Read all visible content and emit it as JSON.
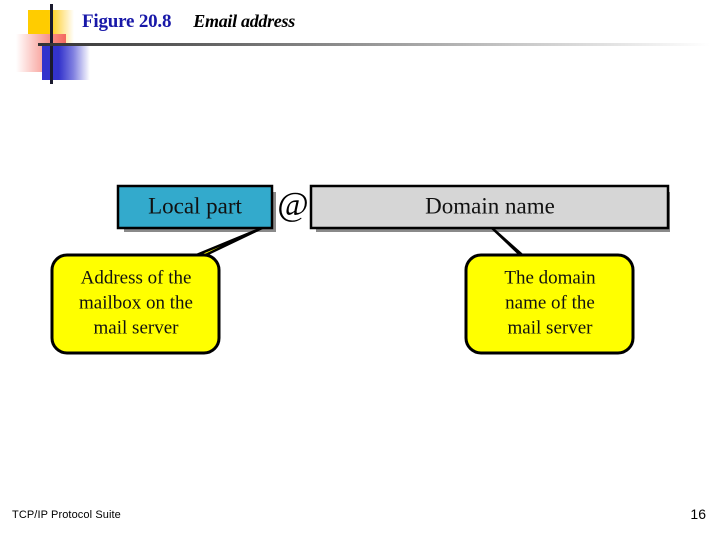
{
  "slide": {
    "figure_number": "Figure 20.8",
    "figure_caption": "Email address"
  },
  "diagram": {
    "separator_symbol": "@",
    "local_part": {
      "label": "Local part",
      "fill_color": "#33AACC",
      "border_color": "#000000"
    },
    "domain_name": {
      "label": "Domain name",
      "fill_color": "#D6D6D6",
      "border_color": "#000000"
    },
    "callouts": [
      {
        "id": "local-part-callout",
        "lines": [
          "Address of the",
          "mailbox on the",
          "mail server"
        ],
        "fill_color": "#FFFF00",
        "border_color": "#000000"
      },
      {
        "id": "domain-name-callout",
        "lines": [
          "The domain",
          "name of the",
          "mail server"
        ],
        "fill_color": "#FFFF00",
        "border_color": "#000000"
      }
    ]
  },
  "footer": {
    "book_title": "TCP/IP Protocol Suite",
    "page_number": "16"
  },
  "theme": {
    "title_color": "#1818A8",
    "caption_color": "#000000",
    "accent_yellow": "#FFCC00",
    "accent_red": "#F4685E",
    "accent_blue": "#3333CC"
  }
}
